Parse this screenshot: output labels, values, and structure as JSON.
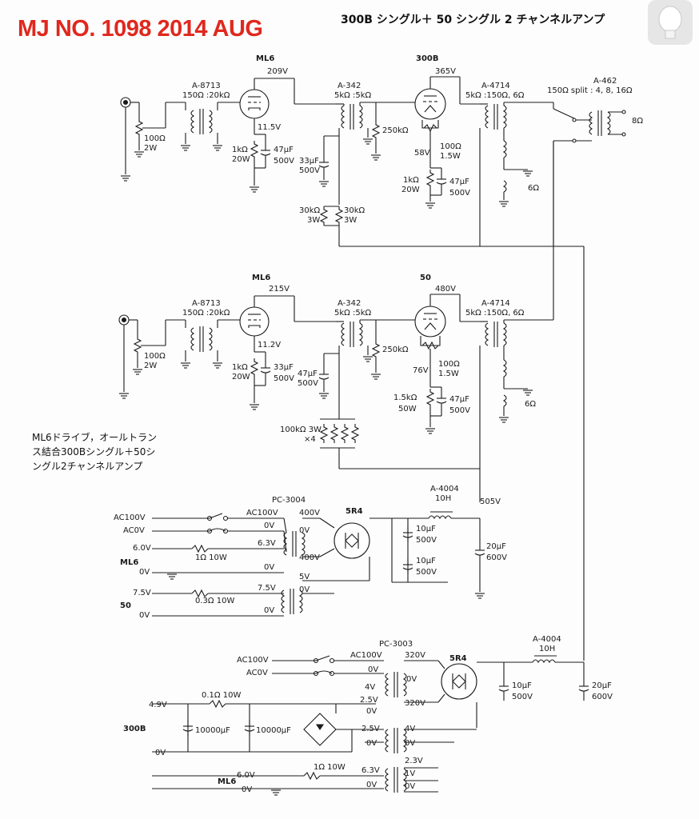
{
  "header": {
    "title": "MJ NO. 1098 2014 AUG",
    "subtitle": "300B シングル＋ 50 シングル 2 チャンネルアンプ"
  },
  "logo": {
    "icon": "bulb-icon"
  },
  "caption": {
    "lines": [
      "ML6ドライブ，オールトラン",
      "ス結合300Bシングル＋50シ",
      "ングル2チャンネルアンプ"
    ]
  },
  "colors": {
    "title": "#e0281e",
    "ink": "#1a1a1a"
  },
  "labels": {
    "tube_ml6_a": "ML6",
    "tube_300b": "300B",
    "tube_ml6_b": "ML6",
    "tube_50": "50",
    "v209": "209V",
    "v365": "365V",
    "v215": "215V",
    "v480": "480V",
    "a8713_a": "A-8713",
    "a8713_a_sp": "150Ω :20kΩ",
    "a342_a": "A-342",
    "a342_a_sp": "5kΩ :5kΩ",
    "a4714_a": "A-4714",
    "a4714_a_sp": "5kΩ :150Ω, 6Ω",
    "a462": "A-462",
    "a462_sp": "150Ω split : 4, 8, 16Ω",
    "out8": "8Ω",
    "r100_a": "100Ω",
    "r2w_a": "2W",
    "k115": "11.5V",
    "r1k_a": "1kΩ",
    "r20w_a": "20W",
    "c47_a": "47µF",
    "c500_a": "500V",
    "c33_a": "33µF",
    "c500_b": "500V",
    "r250_a": "250kΩ",
    "v58": "58V",
    "r100_b": "100Ω",
    "r15w_a": "1.5W",
    "r1k_b": "1kΩ",
    "r20w_b": "20W",
    "c47_b": "47µF",
    "c500_c": "500V",
    "r30k_a": "30kΩ",
    "r3w_a": "3W",
    "r30k_b": "30kΩ",
    "r3w_b": "3W",
    "out6_a": "6Ω",
    "a8713_b": "A-8713",
    "a8713_b_sp": "150Ω :20kΩ",
    "a342_b": "A-342",
    "a342_b_sp": "5kΩ :5kΩ",
    "a4714_b": "A-4714",
    "a4714_b_sp": "5kΩ :150Ω, 6Ω",
    "r100_c": "100Ω",
    "r2w_b": "2W",
    "k112": "11.2V",
    "r1k_c": "1kΩ",
    "r20w_c": "20W",
    "c33_b": "33µF",
    "c500_d": "500V",
    "c47_c": "47µF",
    "c500_e": "500V",
    "r250_b": "250kΩ",
    "v76": "76V",
    "r100_d": "100Ω",
    "r15w_b": "1.5W",
    "r15k": "1.5kΩ",
    "r50w": "50W",
    "c47_d": "47µF",
    "c500_f": "500V",
    "r100k": "100kΩ 3W",
    "x4": "×4",
    "out6_b": "6Ω",
    "pc3004": "PC-3004",
    "ac100_in1": "AC100V",
    "ac0_in1": "AC0V",
    "p_ac100_a": "AC100V",
    "p_0v_a": "0V",
    "s_400v_a": "400V",
    "s_0v_a": "0V",
    "s_400v_b": "400V",
    "rect_a": "5R4",
    "choke_a": "A-4004",
    "choke_a_h": "10H",
    "v505": "505V",
    "c10_a": "10µF",
    "c500_g": "500V",
    "c10_b": "10µF",
    "c500_h": "500V",
    "c20_a": "20µF",
    "c600_a": "600V",
    "h60": "6.0V",
    "r1_10w_a": "1Ω 10W",
    "ml6_h_a": "ML6",
    "h0_a": "0V",
    "p_63": "6.3V",
    "p_0v_b": "0V",
    "p_5v": "5V",
    "p_0v_c": "0V",
    "h75": "7.5V",
    "r03_10w": "0.3Ω 10W",
    "h50": "50",
    "h0_b": "0V",
    "p_75": "7.5V",
    "p_0v_d": "0V",
    "pc3003": "PC-3003",
    "ac100_in2": "AC100V",
    "ac0_in2": "AC0V",
    "p2_ac100": "AC100V",
    "p2_0v": "0V",
    "s2_320": "320V",
    "s2_0v": "0V",
    "s2_320b": "320V",
    "rect_b": "5R4",
    "choke_b": "A-4004",
    "choke_b_h": "10H",
    "c10_c": "10µF",
    "c500_i": "500V",
    "c20_b": "20µF",
    "c600_b": "600V",
    "p2_4v": "4V",
    "p2_25v": "2.5V",
    "p2_0v_b": "0V",
    "h49": "4.9V",
    "r01_10w": "0.1Ω 10W",
    "c10000_a": "10000µF",
    "c10000_b": "10000µF",
    "h300b": "300B",
    "h0_c": "0V",
    "p2_25v_b": "2.5V",
    "p2_0v_c": "0V",
    "p2_4v_b": "4V",
    "p2_0v_d": "0V",
    "p2_23v": "2.3V",
    "p2_1v": "1V",
    "p2_0v_e": "0V",
    "h60_b": "6.0V",
    "r1_10w_b": "1Ω 10W",
    "p2_63v": "6.3V",
    "ml6_h_b": "ML6",
    "h0_d": "0V",
    "p2_0v_f": "0V"
  }
}
